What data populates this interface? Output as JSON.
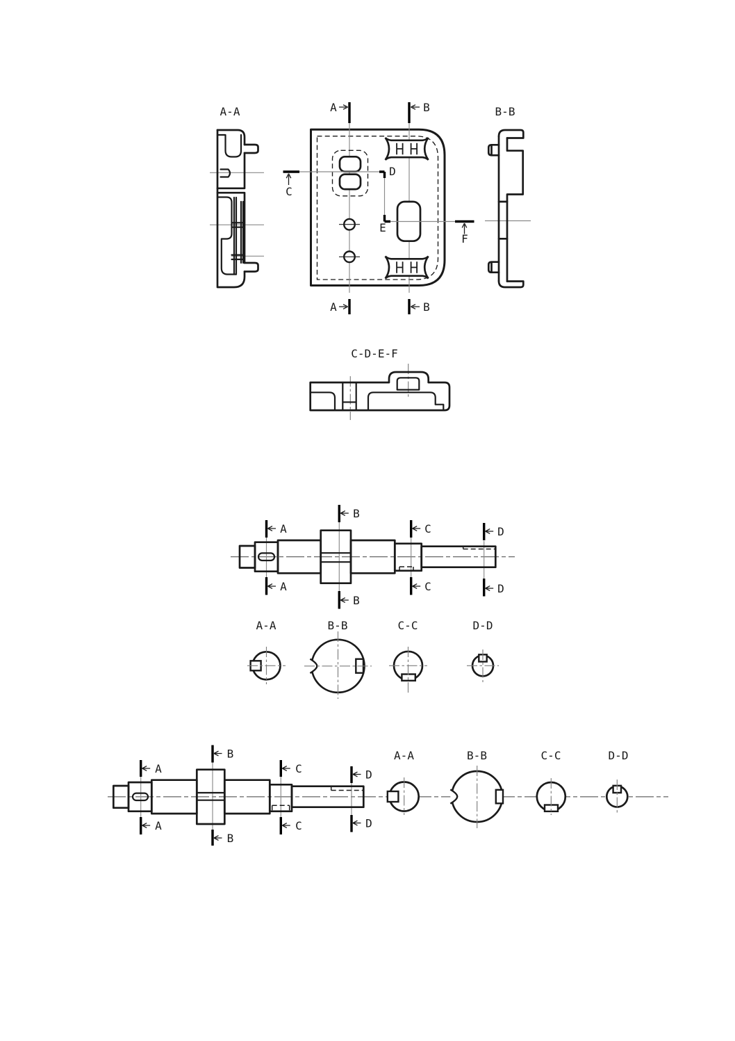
{
  "style": {
    "background": "#ffffff",
    "line_color": "#1a1a1a",
    "centerline_color": "#8a8a8a"
  },
  "bracket": {
    "labels": {
      "section_aa": "A-A",
      "section_bb": "B-B",
      "section_cdef": "C-D-E-F"
    },
    "letters": {
      "a": "A",
      "b": "B",
      "c": "C",
      "d": "D",
      "e": "E",
      "f": "F"
    }
  },
  "shaft_top": {
    "letters": {
      "a": "A",
      "b": "B",
      "c": "C",
      "d": "D"
    },
    "labels": {
      "aa": "A-A",
      "bb": "B-B",
      "cc": "C-C",
      "dd": "D-D"
    }
  },
  "shaft_bottom": {
    "letters": {
      "a": "A",
      "b": "B",
      "c": "C",
      "d": "D"
    },
    "labels": {
      "aa": "A-A",
      "bb": "B-B",
      "cc": "C-C",
      "dd": "D-D"
    }
  }
}
